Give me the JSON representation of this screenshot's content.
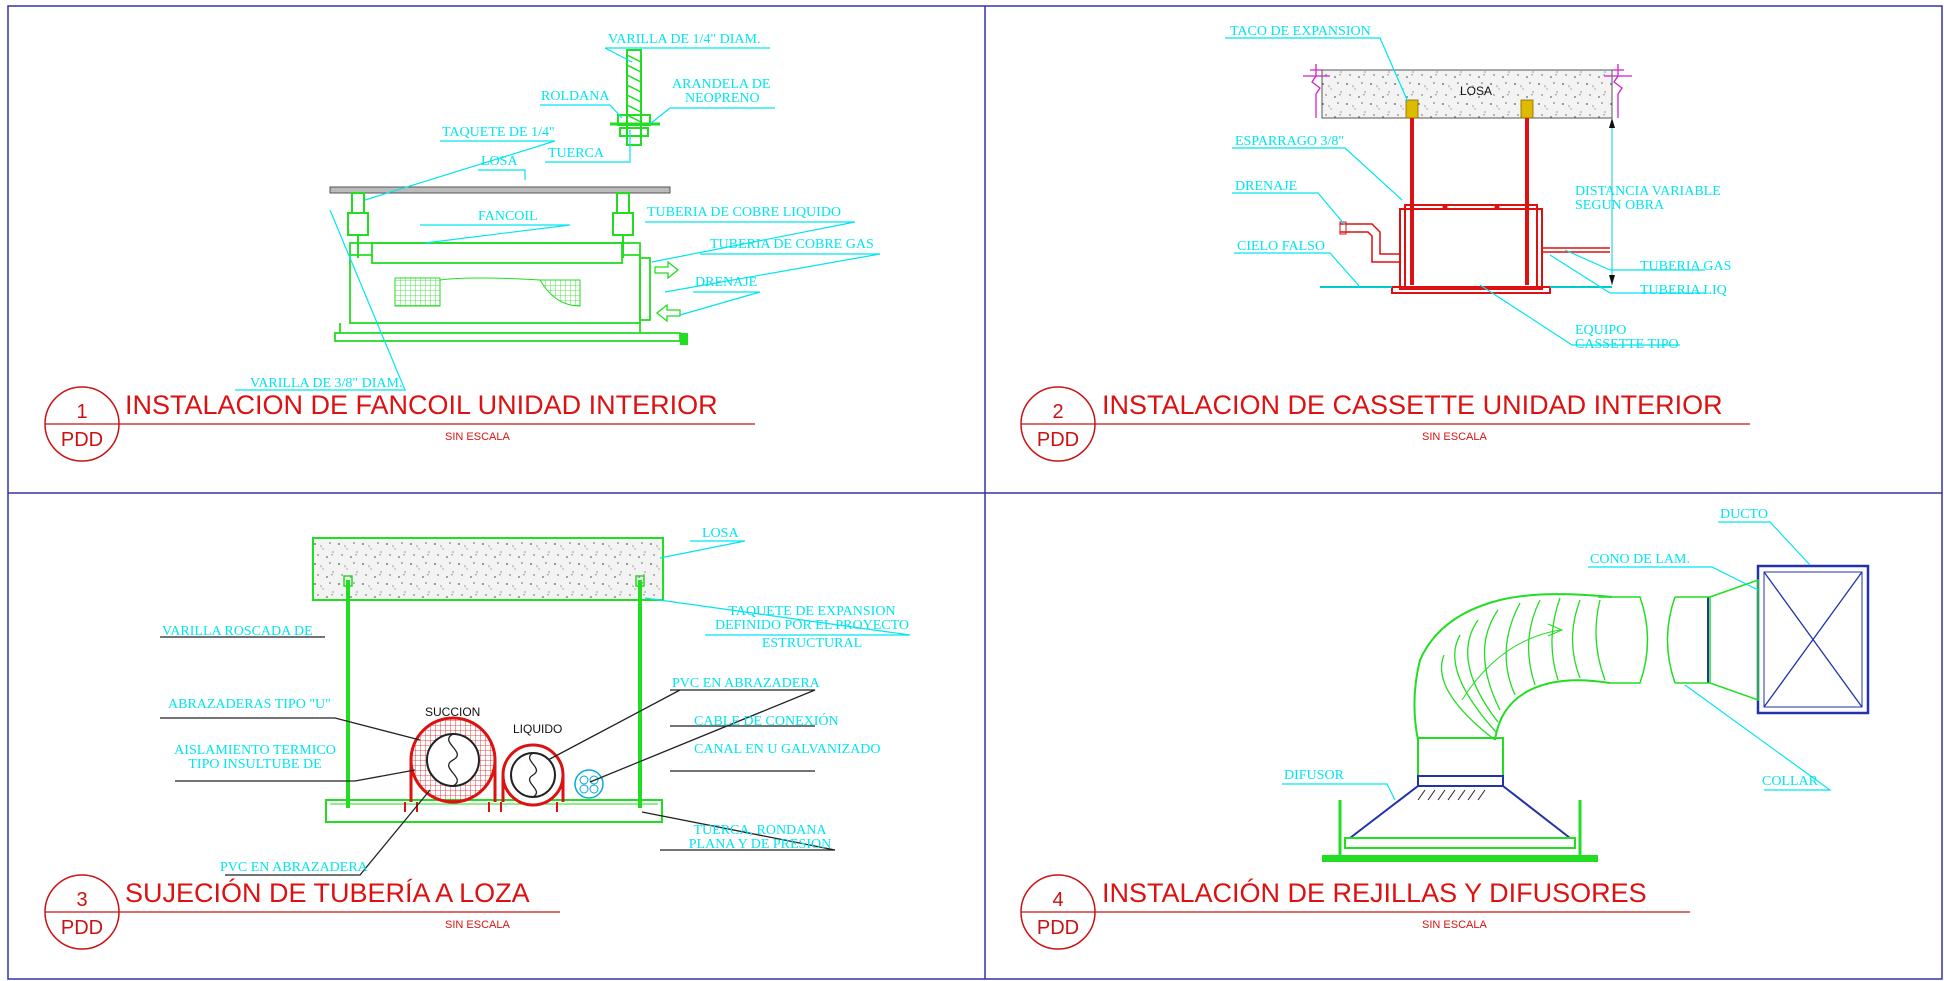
{
  "colors": {
    "border": "#3333aa",
    "title": "#dd1111",
    "label": "#00e5ee",
    "equipment": "#22dd22",
    "pipe": "#dd1111"
  },
  "detail1": {
    "number": "1",
    "sheet": "PDD",
    "title": "INSTALACION DE FANCOIL UNIDAD INTERIOR",
    "scale": "SIN ESCALA",
    "labels": {
      "varilla14": "VARILLA DE 1/4\" DIAM.",
      "roldana": "ROLDANA",
      "arandela1": "ARANDELA DE",
      "arandela2": "NEOPRENO",
      "taquete": "TAQUETE DE 1/4\"",
      "losa": "LOSA",
      "tuerca": "TUERCA",
      "fancoil": "FANCOIL",
      "liquido": "TUBERIA DE COBRE LIQUIDO",
      "gas": "TUBERIA DE COBRE GAS",
      "drenaje": "DRENAJE",
      "varilla38": "VARILLA DE 3/8\" DIAM."
    }
  },
  "detail2": {
    "number": "2",
    "sheet": "PDD",
    "title": "INSTALACION DE CASSETTE UNIDAD INTERIOR",
    "scale": "SIN ESCALA",
    "labels": {
      "taco": "TACO DE EXPANSION",
      "losa": "LOSA",
      "esparrago": "ESPARRAGO  3/8\"",
      "drenaje": "DRENAJE",
      "cielo": "CIELO FALSO",
      "dist1": "DISTANCIA VARIABLE",
      "dist2": "SEGUN OBRA",
      "gas": "TUBERIA GAS",
      "liq": "TUBERIA LIQ",
      "equipo1": "EQUIPO",
      "equipo2": "CASSETTE TIPO"
    }
  },
  "detail3": {
    "number": "3",
    "sheet": "PDD",
    "title": "SUJECIÓN DE TUBERÍA A LOZA",
    "scale": "SIN ESCALA",
    "labels": {
      "losa": "LOSA",
      "taquete1": "TAQUETE DE EXPANSION",
      "taquete2": "DEFINIDO POR EL PROYECTO",
      "taquete3": "ESTRUCTURAL",
      "varilla": "VARILLA ROSCADA DE",
      "pvc1": "PVC EN ABRAZADERA",
      "abrazaderas": "ABRAZADERAS TIPO \"U\"",
      "succion": "SUCCION",
      "liquido": "LIQUIDO",
      "cable": "CABLE DE CONEXIÓN",
      "aisl1": "AISLAMIENTO TERMICO",
      "aisl2": "TIPO INSULTUBE DE",
      "canal": "CANAL EN U GALVANIZADO",
      "tuerca1": "TUERCA, RONDANA",
      "tuerca2": "PLANA Y DE PRESION",
      "pvc2": "PVC EN ABRAZADERA"
    }
  },
  "detail4": {
    "number": "4",
    "sheet": "PDD",
    "title": "INSTALACIÓN DE REJILLAS Y DIFUSORES",
    "scale": "SIN ESCALA",
    "labels": {
      "ducto": "DUCTO",
      "cono": "CONO DE LAM.",
      "difusor": "DIFUSOR",
      "collar": "COLLAR"
    }
  }
}
